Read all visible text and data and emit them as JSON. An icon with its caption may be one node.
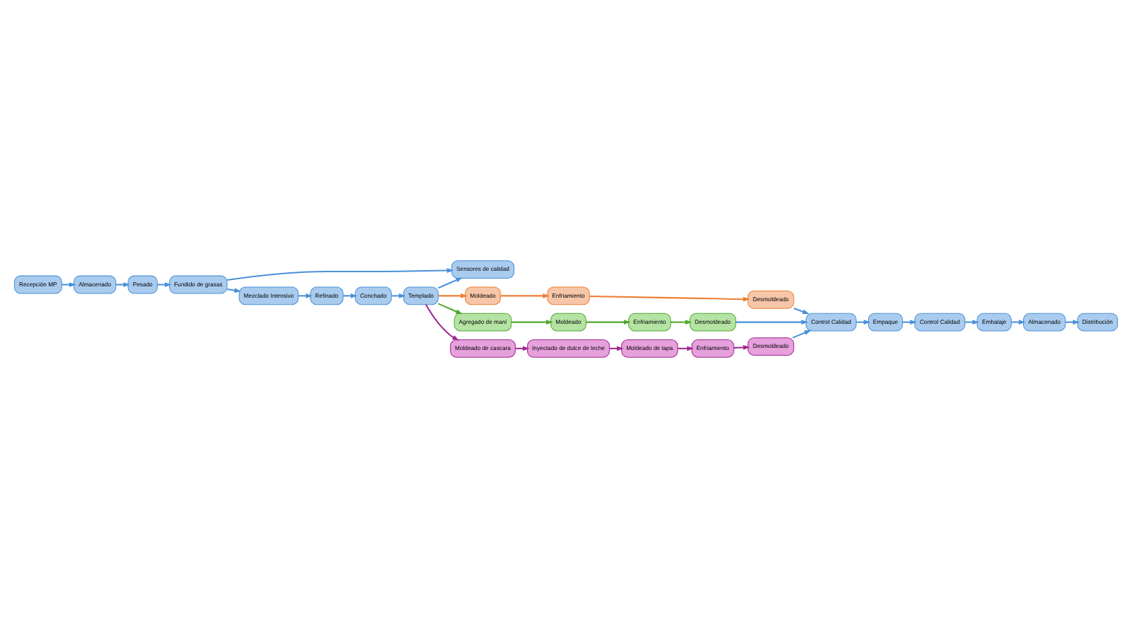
{
  "diagram": {
    "nodes": [
      {
        "text": [
          "Sensores de calidad"
        ]
      },
      {
        "text": [
          "Recepción MP"
        ]
      },
      {
        "text": [
          "Almacenado"
        ]
      },
      {
        "text": [
          "Pesado"
        ]
      },
      {
        "text": [
          "Fundido de grasas"
        ]
      },
      {
        "text": [
          "Mezclado Intensivo"
        ]
      },
      {
        "text": [
          "Refinado"
        ]
      },
      {
        "text": [
          "Desmoldeado"
        ]
      },
      {
        "text": [
          "Enfriamiento"
        ]
      },
      {
        "text": [
          "Moldeado"
        ]
      },
      {
        "text": [
          "Templado"
        ]
      },
      {
        "text": [
          "Conchado"
        ]
      },
      {
        "text": [
          "Desmoldeado"
        ]
      },
      {
        "text": [
          "Enfriamiento"
        ]
      },
      {
        "text": [
          "Moldeado"
        ]
      },
      {
        "text": [
          "Agregado de maní"
        ]
      },
      {
        "text": [
          "Desmoldeado"
        ]
      },
      {
        "text": [
          "Enfriamiento"
        ]
      },
      {
        "text": [
          "Moldeado de tapa"
        ]
      },
      {
        "text": [
          "Inyectado de dulce de leche"
        ]
      },
      {
        "text": [
          "Moldeado de cascara"
        ]
      },
      {
        "text": [
          "Control Calidad"
        ]
      },
      {
        "text": [
          "Empaque"
        ]
      },
      {
        "text": [
          "Control Calidad"
        ]
      },
      {
        "text": [
          "Embalaje"
        ]
      },
      {
        "text": [
          "Almacenado"
        ]
      },
      {
        "text": [
          "Distribución"
        ]
      }
    ],
    "edges": [
      {
        "from": 1,
        "to": 2,
        "arrow": "to"
      },
      {
        "from": 2,
        "to": 3,
        "arrow": "to"
      },
      {
        "from": 3,
        "to": 4,
        "arrow": "to"
      },
      {
        "from": 4,
        "to": 5,
        "arrow": "to"
      },
      {
        "from": 4,
        "to": 0,
        "arrow": "to"
      },
      {
        "from": 10,
        "to": 0,
        "arrow": "to"
      },
      {
        "from": 5,
        "to": 6,
        "arrow": "to"
      },
      {
        "from": 6,
        "to": 11,
        "arrow": "to"
      },
      {
        "from": 11,
        "to": 10,
        "arrow": "to"
      },
      {
        "from": 10,
        "to": 9,
        "arrow": "to",
        "color": "#ed7d31"
      },
      {
        "from": 9,
        "to": 8,
        "arrow": "to",
        "color": "#ed7d31"
      },
      {
        "from": 8,
        "to": 7,
        "arrow": "to",
        "color": "#ed7d31"
      },
      {
        "from": 10,
        "to": 15,
        "arrow": "to",
        "color": "#4ea72e"
      },
      {
        "from": 15,
        "to": 14,
        "arrow": "to",
        "color": "#4ea72e"
      },
      {
        "from": 14,
        "to": 13,
        "arrow": "to",
        "color": "#4ea72e"
      },
      {
        "from": 13,
        "to": 12,
        "arrow": "to",
        "color": "#4ea72e"
      },
      {
        "from": 10,
        "to": 20,
        "arrow": "to",
        "color": "#a0288f"
      },
      {
        "from": 20,
        "to": 19,
        "arrow": "to",
        "color": "#a0288f"
      },
      {
        "from": 19,
        "to": 18,
        "arrow": "to",
        "color": "#a0288f"
      },
      {
        "from": 18,
        "to": 17,
        "arrow": "to",
        "color": "#a0288f"
      },
      {
        "from": 17,
        "to": 16,
        "arrow": "to",
        "color": "#a0288f"
      },
      {
        "from": 7,
        "to": 21,
        "arrow": "to"
      },
      {
        "from": 12,
        "to": 21,
        "arrow": "to"
      },
      {
        "from": 16,
        "to": 21,
        "arrow": "to"
      },
      {
        "from": 21,
        "to": 22,
        "arrow": "to"
      },
      {
        "from": 22,
        "to": 23,
        "arrow": "to"
      },
      {
        "from": 23,
        "to": 24,
        "arrow": "to"
      },
      {
        "from": 24,
        "to": 25,
        "arrow": "to"
      },
      {
        "from": 25,
        "to": 26,
        "arrow": "to"
      }
    ]
  }
}
